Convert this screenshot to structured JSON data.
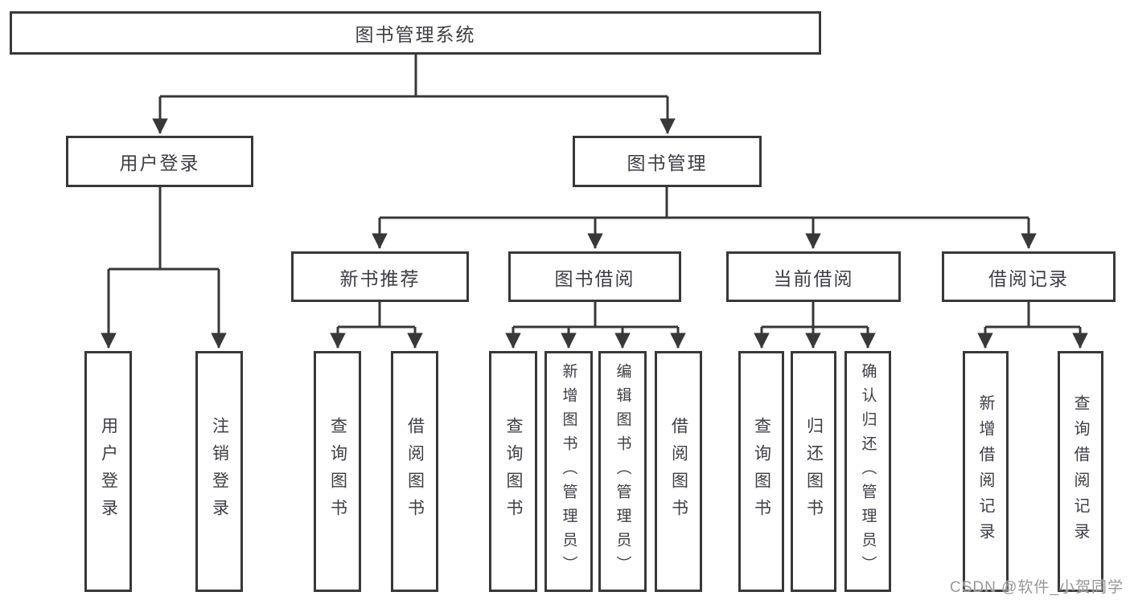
{
  "palette": {
    "line": "#383838",
    "text": "#3d3d45",
    "background": "#ffffff",
    "watermark": "#979797"
  },
  "diagram": {
    "root": {
      "label": "图书管理系统"
    },
    "branches": [
      {
        "label": "用户登录",
        "children": [
          {
            "label": "用户登录"
          },
          {
            "label": "注销登录"
          }
        ]
      },
      {
        "label": "图书管理",
        "children": [
          {
            "label": "新书推荐",
            "children": [
              {
                "label": "查询图书"
              },
              {
                "label": "借阅图书"
              }
            ]
          },
          {
            "label": "图书借阅",
            "children": [
              {
                "label": "查询图书"
              },
              {
                "label": "新增图书（管理员）"
              },
              {
                "label": "编辑图书（管理员）"
              },
              {
                "label": "借阅图书"
              }
            ]
          },
          {
            "label": "当前借阅",
            "children": [
              {
                "label": "查询图书"
              },
              {
                "label": "归还图书"
              },
              {
                "label": "确认归还（管理员）"
              }
            ]
          },
          {
            "label": "借阅记录",
            "children": [
              {
                "label": "新增借阅记录"
              },
              {
                "label": "查询借阅记录"
              }
            ]
          }
        ]
      }
    ]
  },
  "watermark": {
    "text": "CSDN @软件_小贺同学"
  }
}
